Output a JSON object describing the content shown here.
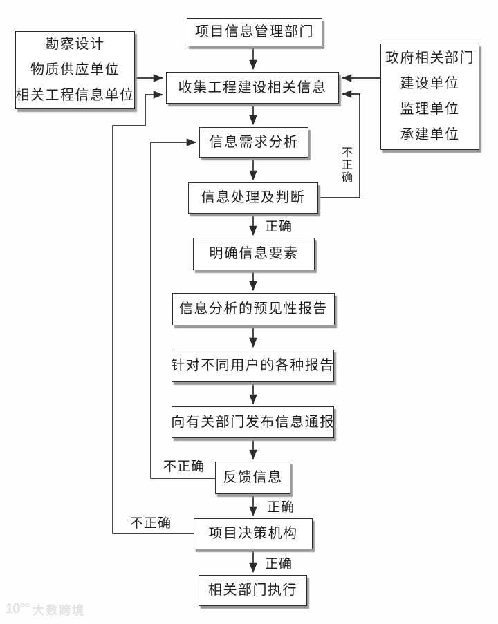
{
  "diagram": {
    "nodes": {
      "top_dept": {
        "label": "项目信息管理部门"
      },
      "left_sources": {
        "lines": [
          "勘察设计",
          "物质供应单位",
          "相关工程信息单位"
        ]
      },
      "right_sources": {
        "lines": [
          "政府相关部门",
          "建设单位",
          "监理单位",
          "承建单位"
        ]
      },
      "collect": {
        "label": "收集工程建设相关信息"
      },
      "demand": {
        "label": "信息需求分析"
      },
      "process": {
        "label": "信息处理及判断"
      },
      "elements": {
        "label": "明确信息要素"
      },
      "forecast": {
        "label": "信息分析的预见性报告"
      },
      "reports": {
        "label": "针对不同用户的各种报告"
      },
      "notify": {
        "label": "向有关部门发布信息通报"
      },
      "feedback": {
        "label": "反馈信息"
      },
      "decision": {
        "label": "项目决策机构"
      },
      "execute": {
        "label": "相关部门执行"
      }
    },
    "edge_labels": {
      "correct_after_process": "正确",
      "correct_after_feedback": "正确",
      "correct_after_decision": "正确",
      "incorrect_process_loop": "不正确",
      "incorrect_feedback_loop": "不正确",
      "incorrect_decision_loop": "不正确"
    },
    "colors": {
      "line": "#2b2b2b",
      "box_border": "#2e2e2e",
      "box_shadow": "#9a9a9a",
      "background": "#fdfdfd"
    },
    "watermark": {
      "logo": "10°°",
      "brand": "大数跨境"
    }
  }
}
